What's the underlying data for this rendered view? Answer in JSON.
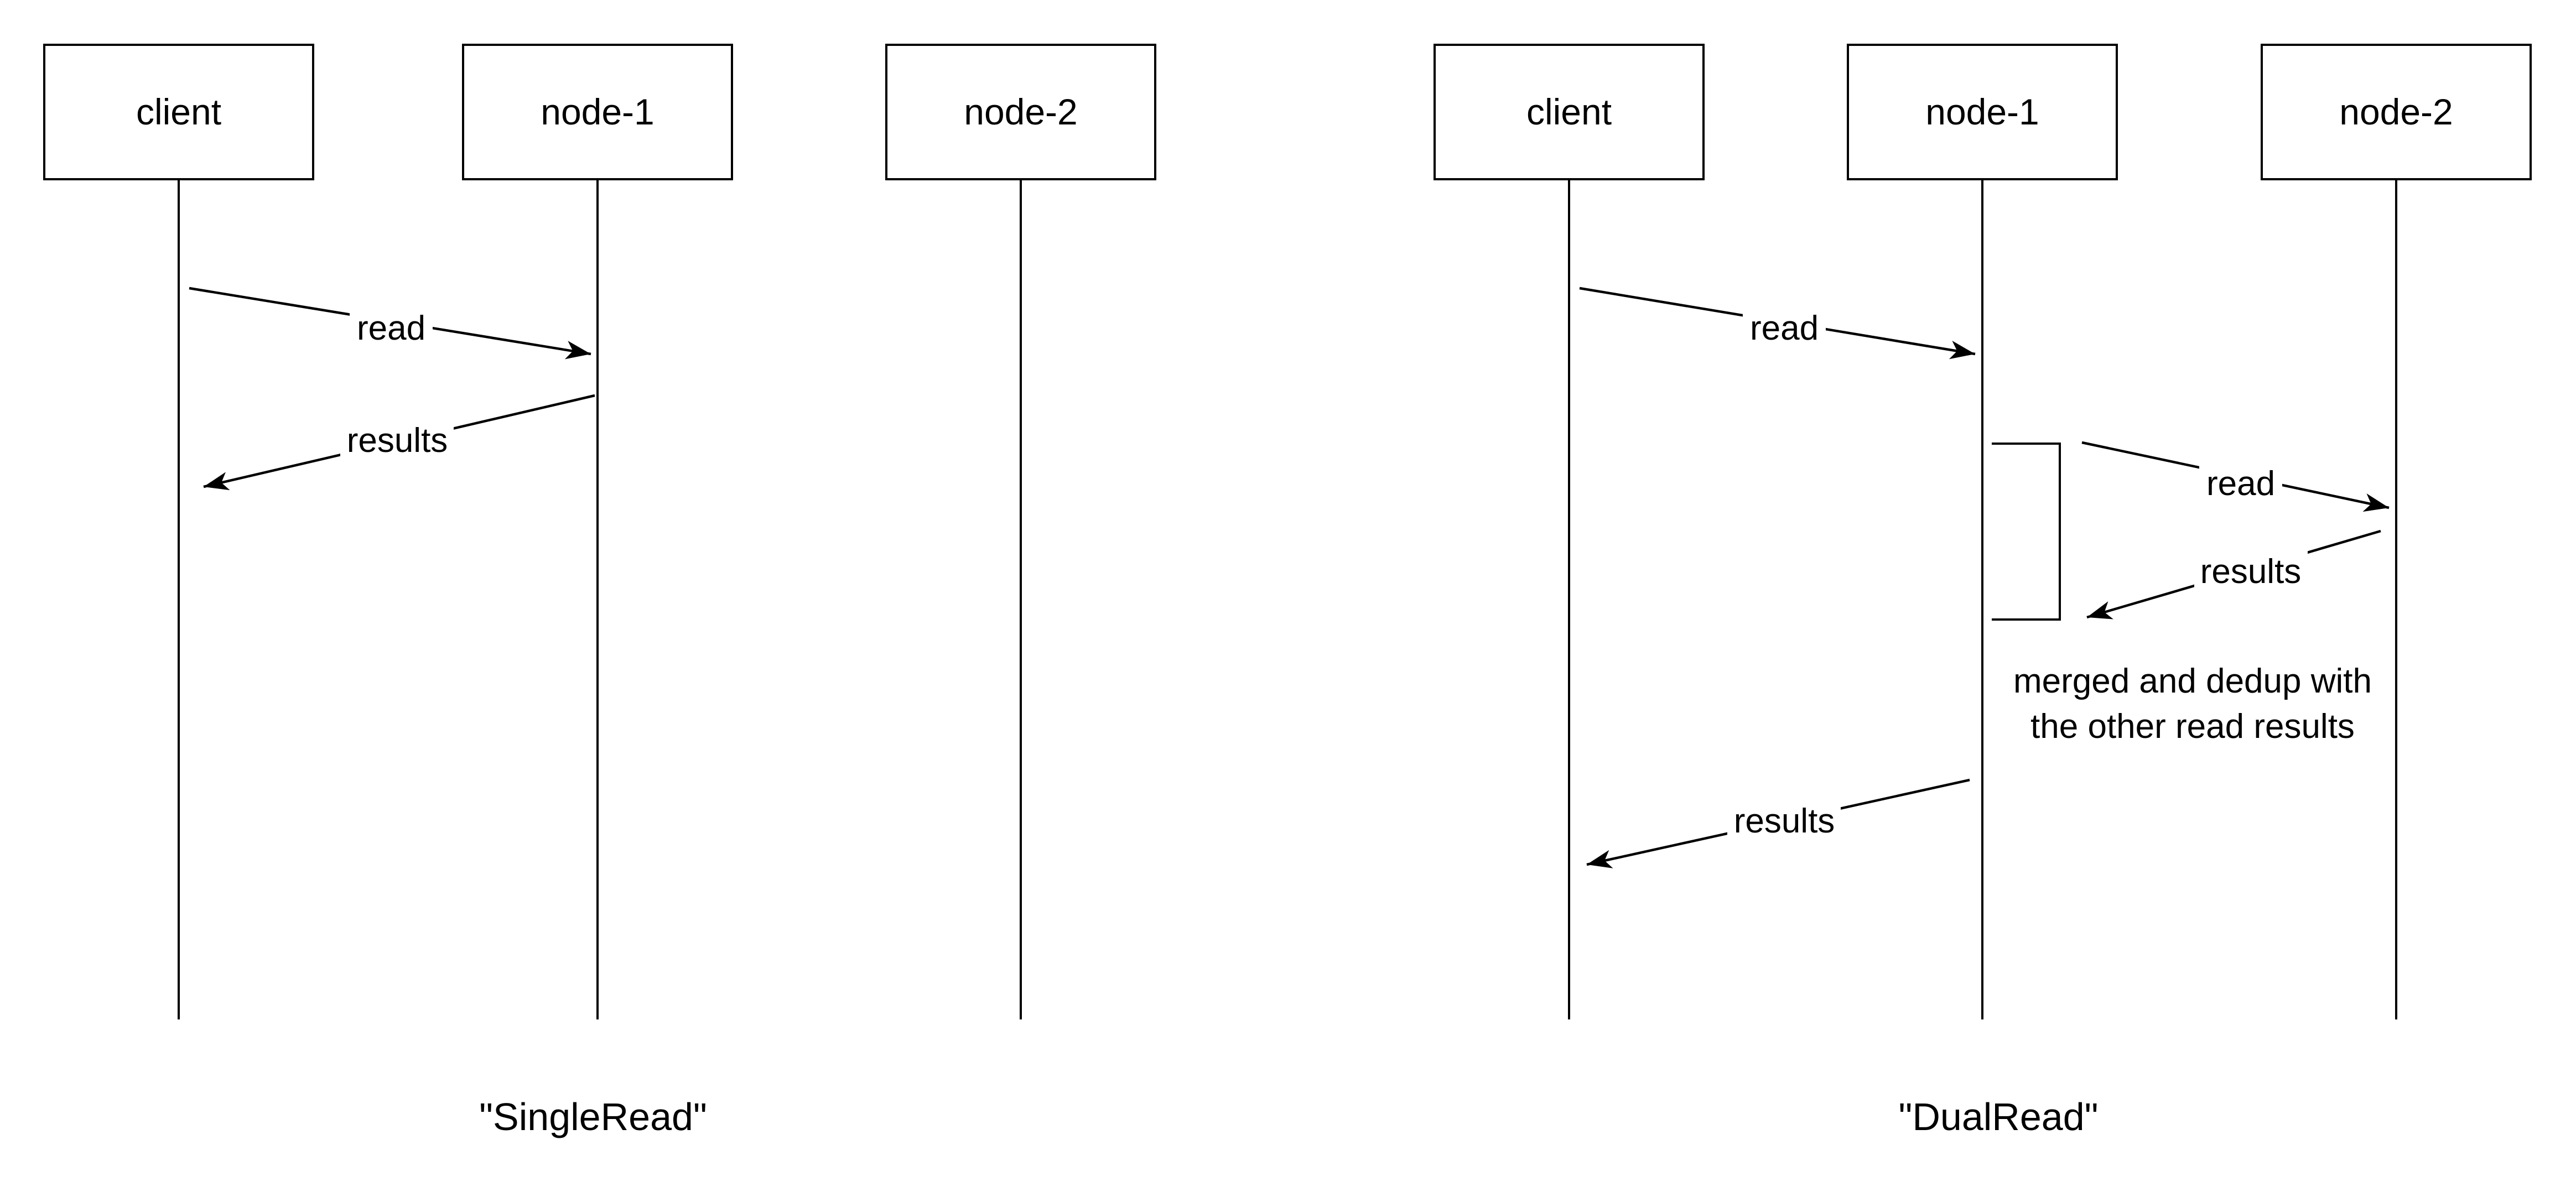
{
  "page": {
    "background_color": "#ffffff",
    "line_color": "#000000"
  },
  "diagrams": [
    {
      "id": "single-read",
      "caption": "\"SingleRead\"",
      "actors": [
        {
          "label": "client"
        },
        {
          "label": "node-1"
        },
        {
          "label": "node-2"
        }
      ],
      "messages": [
        {
          "label": "read",
          "from": "client",
          "to": "node-1"
        },
        {
          "label": "results",
          "from": "node-1",
          "to": "client"
        }
      ]
    },
    {
      "id": "dual-read",
      "caption": "\"DualRead\"",
      "actors": [
        {
          "label": "client"
        },
        {
          "label": "node-1"
        },
        {
          "label": "node-2"
        }
      ],
      "messages": [
        {
          "label": "read",
          "from": "client",
          "to": "node-1"
        },
        {
          "label": "read",
          "from": "node-1",
          "to": "node-2"
        },
        {
          "label": "results",
          "from": "node-2",
          "to": "node-1"
        },
        {
          "label": "results",
          "from": "node-1",
          "to": "client"
        }
      ],
      "note": {
        "line1": "merged and dedup with",
        "line2": "the other read results"
      }
    }
  ]
}
